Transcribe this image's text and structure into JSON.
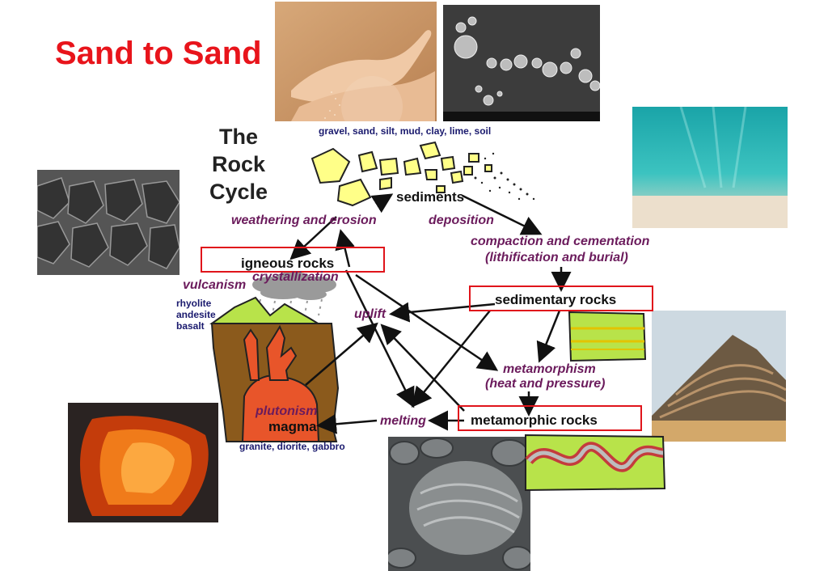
{
  "slide": {
    "title": "Sand to Sand"
  },
  "diagram": {
    "title_lines": [
      "The",
      "Rock",
      "Cycle"
    ],
    "sediment_types": "gravel, sand, silt, mud, clay, lime, soil",
    "sediments": "sediments",
    "weathering": "weathering and erosion",
    "deposition": "deposition",
    "compaction": "compaction and cementation",
    "lithification": "(lithification and burial)",
    "igneous": "igneous rocks",
    "vulcanism": "vulcanism",
    "crystallization": "crystallization",
    "volcanic_rocks": [
      "rhyolite",
      "andesite",
      "basalt"
    ],
    "uplift": "uplift",
    "sedimentary": "sedimentary rocks",
    "metamorphism": "metamorphism",
    "heat_pressure": "(heat and pressure)",
    "plutonism": "plutonism",
    "magma": "magma",
    "melting": "melting",
    "metamorphic": "metamorphic rocks",
    "plutonic_rocks": "granite, diorite, gabbro"
  },
  "colors": {
    "title_red": "#e8141b",
    "box_red": "#e0141b",
    "label_purple": "#6b1b5c",
    "label_navy": "#1a1a6e"
  }
}
